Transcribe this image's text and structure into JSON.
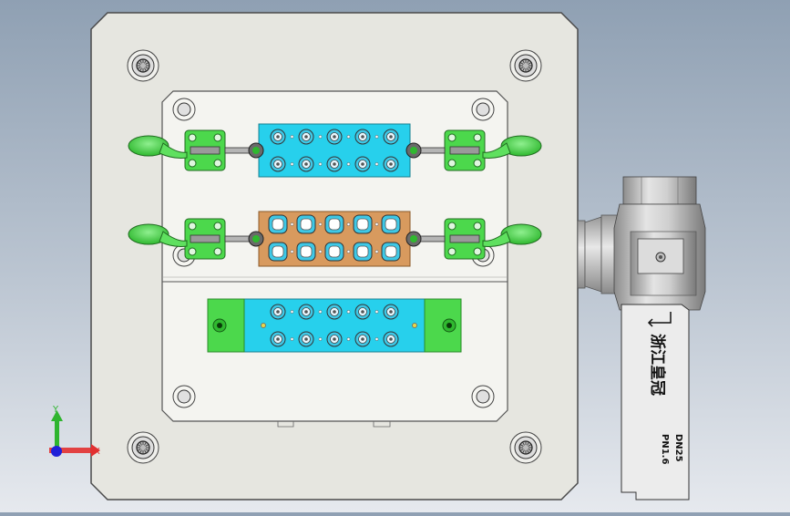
{
  "viewport": {
    "colors": {
      "plate": "#e6e6e0",
      "plate_edge": "#4a4a4a",
      "inner_plate": "#f4f4f0",
      "cyan_block": "#27d0ec",
      "orange_block": "#d89a5e",
      "green_clamp": "#4cd84c",
      "metal": "#c9c9c9"
    }
  },
  "valve": {
    "brand_text": "浙江皇冠",
    "spec_dn": "DN25",
    "spec_pn": "PN1.6"
  },
  "triad": {
    "y_label": "Y",
    "x_label": "X",
    "y_color": "#2fb52f",
    "x_color": "#e23030",
    "z_color": "#2020d8"
  }
}
